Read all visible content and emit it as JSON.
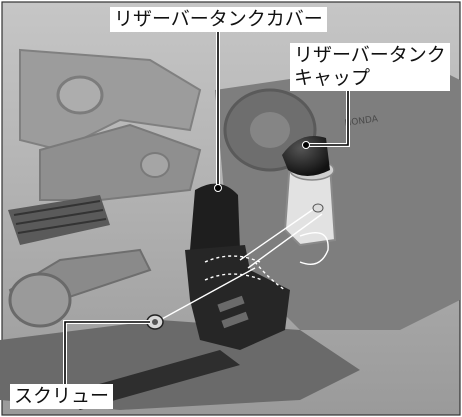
{
  "callouts": {
    "reservoir_tank_cover": "リザーバータンクカバー",
    "reservoir_tank_cap_line1": "リザーバータンク",
    "reservoir_tank_cap_line2": "キャップ",
    "screw": "スクリュー"
  },
  "engine_stamp": "HONDA",
  "colors": {
    "background_gray": "#b9b9b9",
    "callout_line": "#000000"
  }
}
